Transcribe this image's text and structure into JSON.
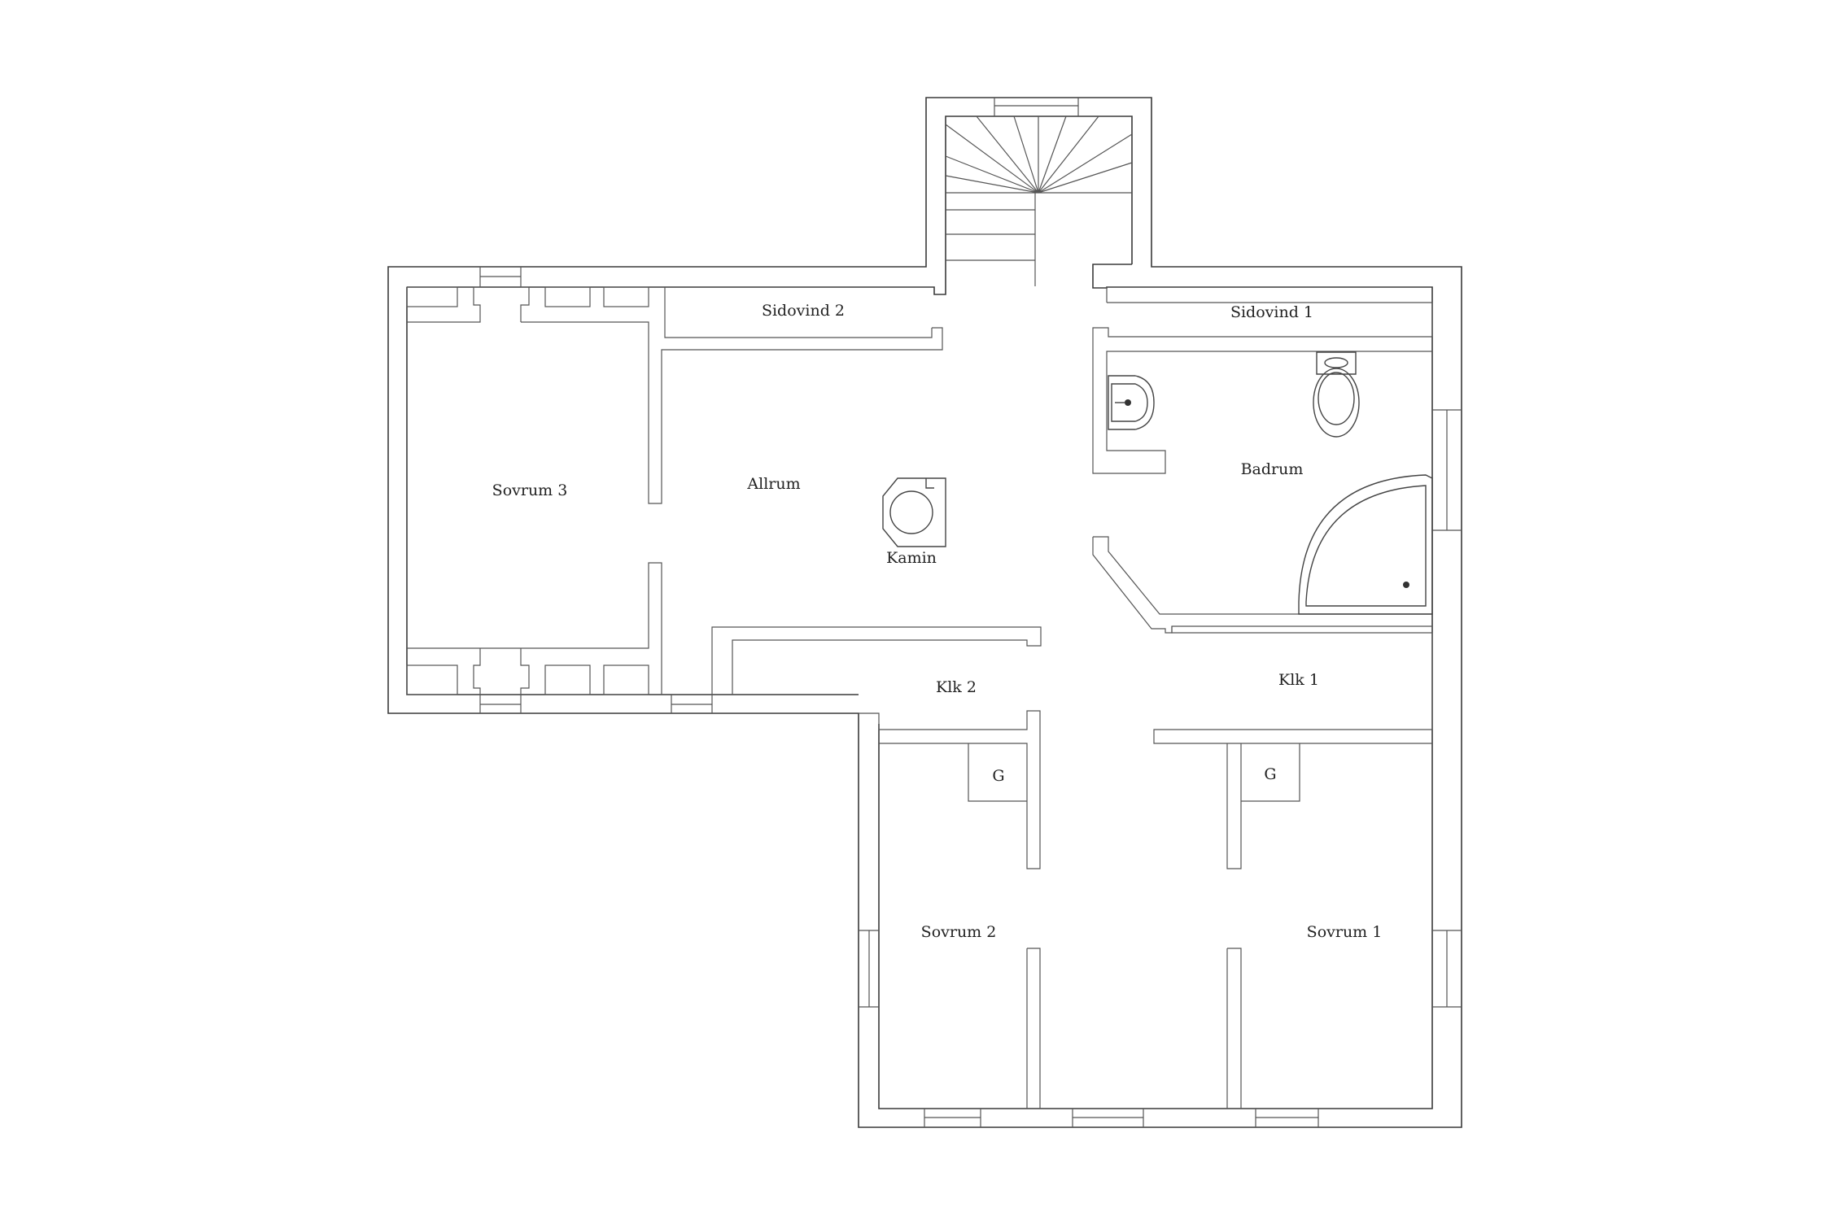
{
  "rooms": {
    "sidovind2": "Sidovind 2",
    "sidovind1": "Sidovind 1",
    "sovrum3": "Sovrum 3",
    "allrum": "Allrum",
    "badrum": "Badrum",
    "kamin": "Kamin",
    "klk2": "Klk 2",
    "klk1": "Klk 1",
    "g_left": "G",
    "g_right": "G",
    "sovrum2": "Sovrum 2",
    "sovrum1": "Sovrum 1"
  },
  "colors": {
    "walls": "#3a3a3a",
    "background": "#ffffff"
  }
}
